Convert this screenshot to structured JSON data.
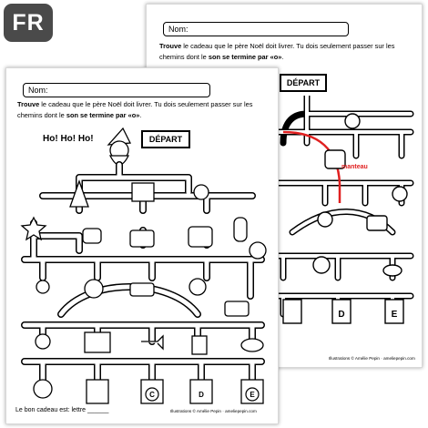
{
  "language_badge": "FR",
  "worksheet": {
    "name_label": "Nom:",
    "instr_part1": "Trouve",
    "instr_part2": " le cadeau que le père Noël doit livrer. Tu dois seulement passer sur les chemins dont le ",
    "instr_part3": "son se termine par «o»",
    "instr_part4": ".",
    "hohoho": "Ho! Ho! Ho!",
    "depart": "DÉPART",
    "answer_line": "Le bon cadeau est: lettre ______",
    "credit": "Illustrations © Amélie Pepin · ameliepepin.com",
    "annotation_word": "manteau",
    "gift_letters": [
      "C",
      "D",
      "E"
    ],
    "colors": {
      "badge": "#4a4a4a",
      "ink": "#000000",
      "solution_path": "#e02020"
    }
  }
}
